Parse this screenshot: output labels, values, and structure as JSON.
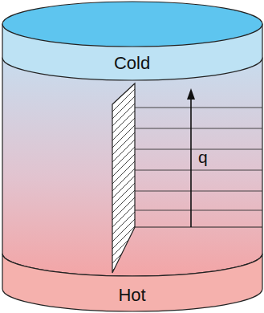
{
  "diagram": {
    "nodes": [
      {
        "text": [
          "Cold"
        ]
      },
      {
        "text": [
          "Hot"
        ]
      }
    ],
    "labels": [
      "q"
    ]
  }
}
